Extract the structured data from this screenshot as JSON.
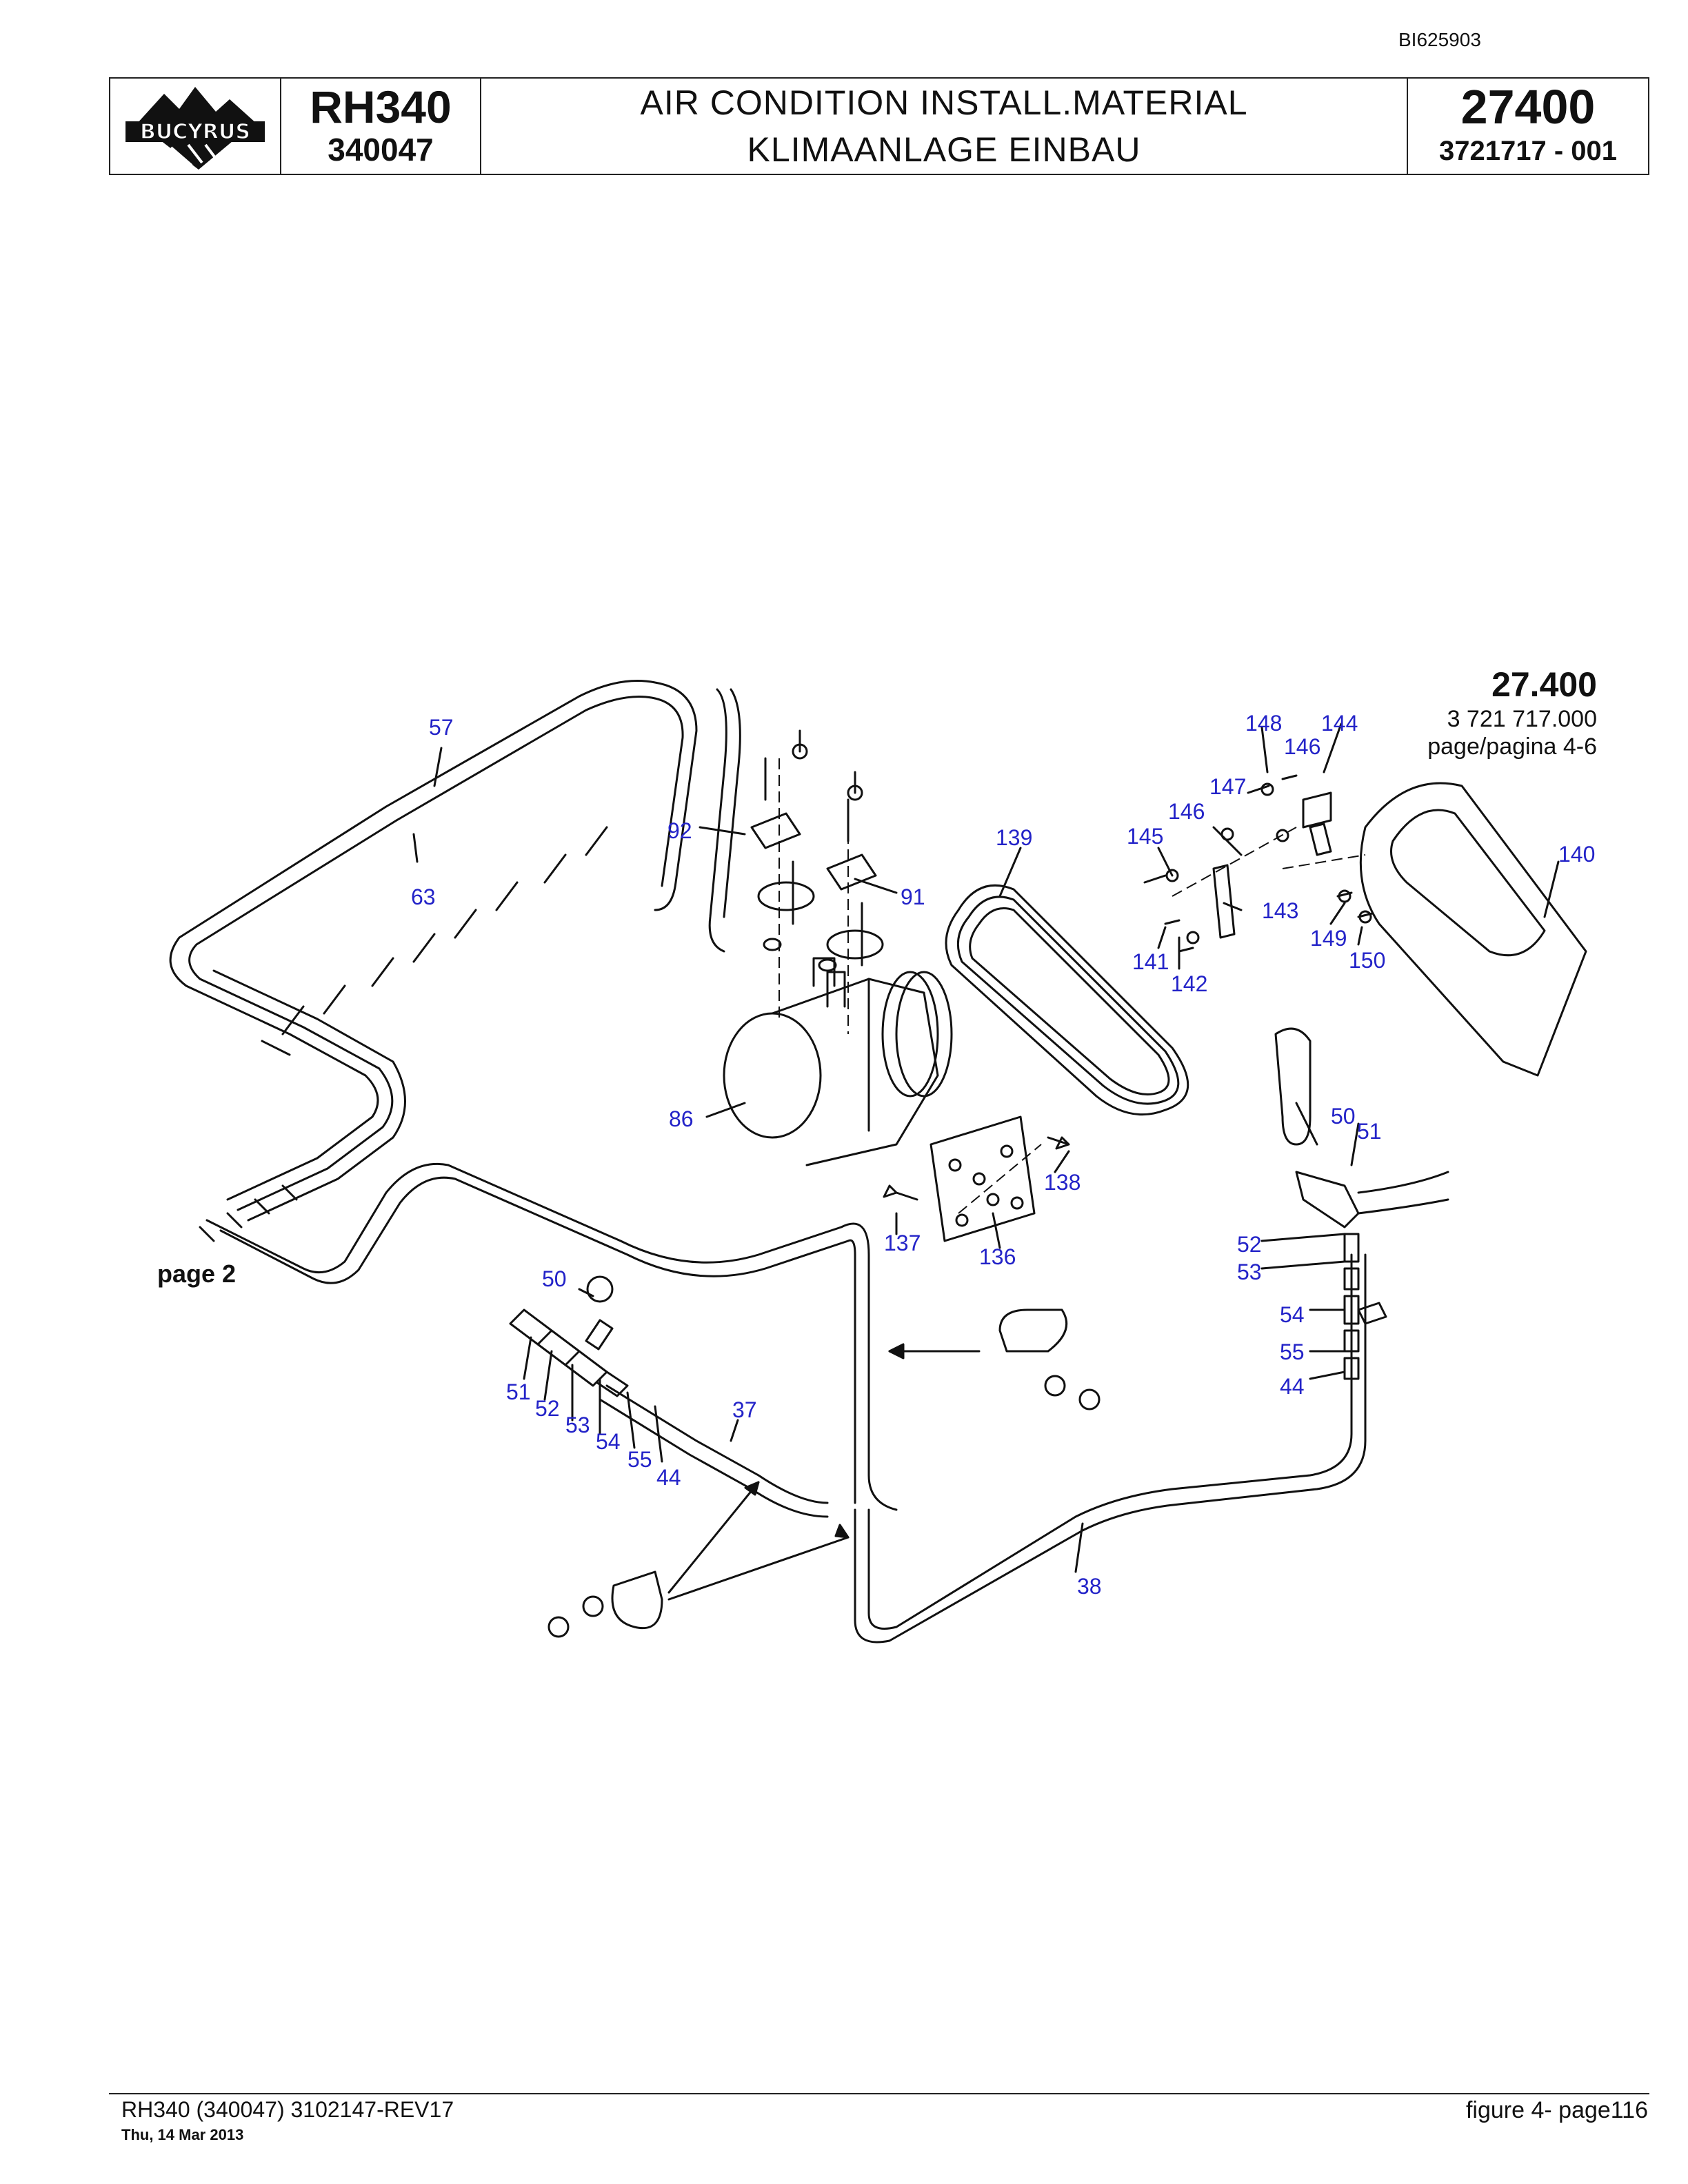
{
  "document_id": "BI625903",
  "header": {
    "brand": "BUCYRUS",
    "model": "RH340",
    "serial": "340047",
    "title_en": "AIR CONDITION INSTALL.MATERIAL",
    "title_de": "KLIMAANLAGE EINBAU",
    "group_number": "27400",
    "part_number": "3721717  - 001"
  },
  "drawing": {
    "reference_number": "27.400",
    "reference_part": "3 721 717.000",
    "reference_page": "page/pagina 4-6",
    "continuation_label": "page 2",
    "callouts": [
      "57",
      "63",
      "92",
      "91",
      "86",
      "139",
      "148",
      "144",
      "146",
      "147",
      "146",
      "145",
      "143",
      "141",
      "142",
      "149",
      "150",
      "140",
      "136",
      "137",
      "138",
      "50",
      "51",
      "52",
      "53",
      "54",
      "55",
      "44",
      "37",
      "38",
      "50",
      "51",
      "52",
      "53",
      "54",
      "55",
      "44"
    ]
  },
  "footer": {
    "left": "RH340 (340047) 3102147-REV17",
    "date": "Thu, 14 Mar 2013",
    "right": "figure 4- page116"
  }
}
